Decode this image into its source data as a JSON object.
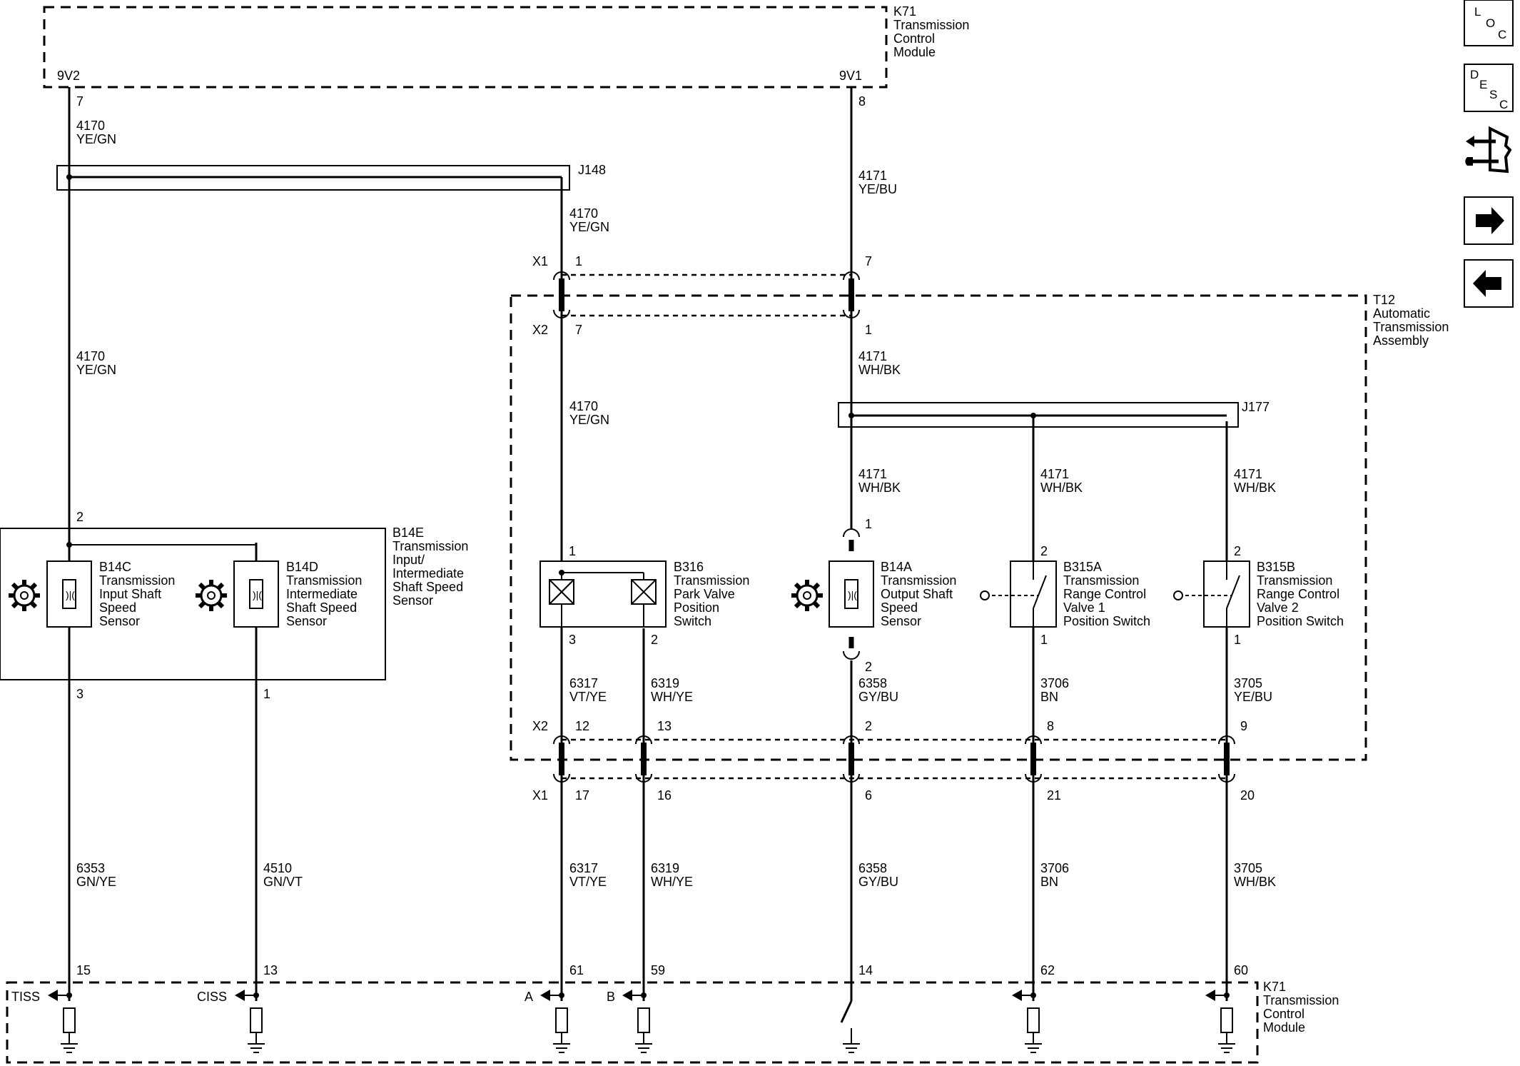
{
  "modules": {
    "k71_top": {
      "ref": "K71",
      "name_lines": [
        "Transmission",
        "Control",
        "Module"
      ]
    },
    "k71_bottom": {
      "ref": "K71",
      "name_lines": [
        "Transmission",
        "Control",
        "Module"
      ]
    },
    "t12": {
      "ref": "T12",
      "name_lines": [
        "Automatic",
        "Transmission",
        "Assembly"
      ]
    }
  },
  "terminals": {
    "left": "9V2",
    "right": "9V1"
  },
  "splices": {
    "j148": "J148",
    "j177": "J177"
  },
  "connectors": {
    "x1": "X1",
    "x2": "X2"
  },
  "pins": {
    "k71_9v2": "7",
    "k71_9v1": "8",
    "x1_top_a": "1",
    "x1_top_b": "7",
    "x2_top_a": "7",
    "x2_top_b": "1",
    "b14e_top": "2",
    "b14e_bot_a": "3",
    "b14e_bot_b": "1",
    "b316_top": "1",
    "b316_bot_a": "3",
    "b316_bot_b": "2",
    "b14a_top": "1",
    "b14a_bot": "2",
    "b315a_top": "2",
    "b315a_bot": "1",
    "b315b_top": "2",
    "b315b_bot": "1",
    "x2_bot": [
      "12",
      "13",
      "2",
      "8",
      "9"
    ],
    "x1_bot": [
      "17",
      "16",
      "6",
      "21",
      "20"
    ],
    "k71_bot": [
      "15",
      "13",
      "61",
      "59",
      "14",
      "62",
      "60"
    ]
  },
  "wires": {
    "w4170_a": {
      "circuit": "4170",
      "color": "YE/GN"
    },
    "w4170_b": {
      "circuit": "4170",
      "color": "YE/GN"
    },
    "w4170_c": {
      "circuit": "4170",
      "color": "YE/GN"
    },
    "w4170_d": {
      "circuit": "4170",
      "color": "YE/GN"
    },
    "w4171_a": {
      "circuit": "4171",
      "color": "YE/BU"
    },
    "w4171_b": {
      "circuit": "4171",
      "color": "WH/BK"
    },
    "w4171_c": {
      "circuit": "4171",
      "color": "WH/BK"
    },
    "w4171_d": {
      "circuit": "4171",
      "color": "WH/BK"
    },
    "w4171_e": {
      "circuit": "4171",
      "color": "WH/BK"
    },
    "w6317_a": {
      "circuit": "6317",
      "color": "VT/YE"
    },
    "w6319_a": {
      "circuit": "6319",
      "color": "WH/YE"
    },
    "w6358_a": {
      "circuit": "6358",
      "color": "GY/BU"
    },
    "w3706_a": {
      "circuit": "3706",
      "color": "BN"
    },
    "w3705_a": {
      "circuit": "3705",
      "color": "YE/BU"
    },
    "w6353": {
      "circuit": "6353",
      "color": "GN/YE"
    },
    "w4510": {
      "circuit": "4510",
      "color": "GN/VT"
    },
    "w6317_b": {
      "circuit": "6317",
      "color": "VT/YE"
    },
    "w6319_b": {
      "circuit": "6319",
      "color": "WH/YE"
    },
    "w6358_b": {
      "circuit": "6358",
      "color": "GY/BU"
    },
    "w3706_b": {
      "circuit": "3706",
      "color": "BN"
    },
    "w3705_b": {
      "circuit": "3705",
      "color": "WH/BK"
    }
  },
  "components": {
    "b14e": {
      "ref": "B14E",
      "name_lines": [
        "Transmission",
        "Input/",
        "Intermediate",
        "Shaft Speed",
        "Sensor"
      ]
    },
    "b14c": {
      "ref": "B14C",
      "name_lines": [
        "Transmission",
        "Input Shaft",
        "Speed",
        "Sensor"
      ]
    },
    "b14d": {
      "ref": "B14D",
      "name_lines": [
        "Transmission",
        "Intermediate",
        "Shaft Speed",
        "Sensor"
      ]
    },
    "b316": {
      "ref": "B316",
      "name_lines": [
        "Transmission",
        "Park Valve",
        "Position",
        "Switch"
      ]
    },
    "b14a": {
      "ref": "B14A",
      "name_lines": [
        "Transmission",
        "Output Shaft",
        "Speed",
        "Sensor"
      ]
    },
    "b315a": {
      "ref": "B315A",
      "name_lines": [
        "Transmission",
        "Range Control",
        "Valve 1",
        "Position Switch"
      ]
    },
    "b315b": {
      "ref": "B315B",
      "name_lines": [
        "Transmission",
        "Range Control",
        "Valve 2",
        "Position Switch"
      ]
    }
  },
  "signals": {
    "tiss": "TISS",
    "ciss": "CISS",
    "a": "A",
    "b": "B"
  },
  "nav": {
    "loc": [
      "L",
      "O",
      "C"
    ],
    "desc": [
      "D",
      "E",
      "S",
      "C"
    ],
    "connector_end_view": "connector-end-view-icon",
    "next": "right-arrow-icon",
    "prev": "left-arrow-icon"
  }
}
